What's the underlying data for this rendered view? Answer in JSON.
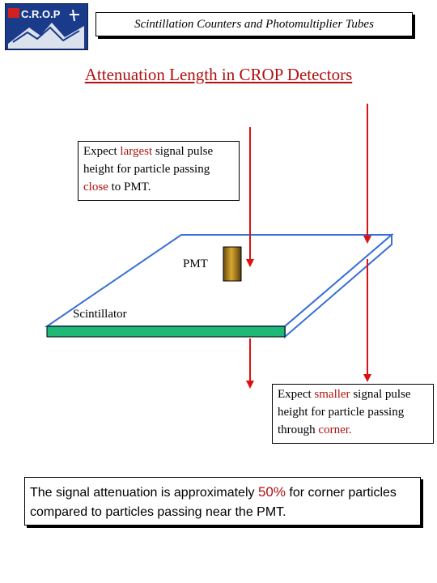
{
  "header": {
    "logo_text": "C.R.O.P",
    "title": "Scintillation Counters and Photomultiplier Tubes"
  },
  "slide": {
    "title": "Attenuation Length in CROP Detectors"
  },
  "callouts": {
    "largest": {
      "p1": "Expect ",
      "hl1": "largest",
      "p2": " signal pulse height for particle passing ",
      "hl2": "close",
      "p3": " to PMT."
    },
    "smaller": {
      "p1": "Expect ",
      "hl1": "smaller",
      "p2": " signal pulse height for particle passing through ",
      "hl2": "corner."
    }
  },
  "labels": {
    "pmt": "PMT",
    "scintillator": "Scintillator"
  },
  "conclusion": {
    "p1": "The signal attenuation is approximately ",
    "hl": "50%",
    "p2": "  for corner particles compared to particles passing near the PMT."
  },
  "colors": {
    "accent_red": "#b01010",
    "arrow_red": "#dd1111",
    "scint_outline": "#3a6fd8",
    "scint_edge": "#1fb877",
    "pmt_gold": "#b88a1a"
  }
}
